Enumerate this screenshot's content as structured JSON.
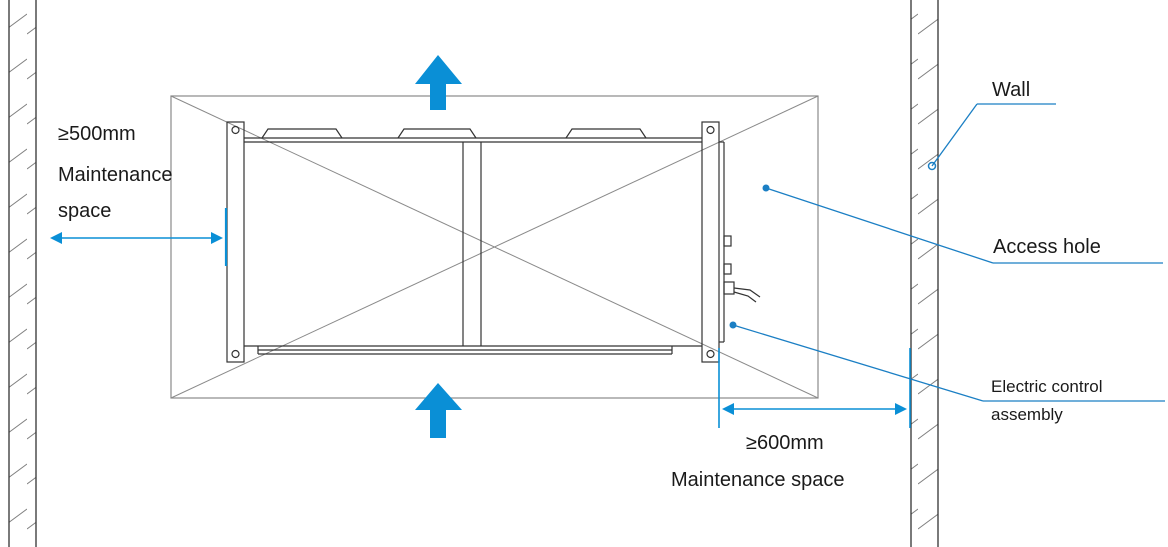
{
  "labels": {
    "wall": "Wall",
    "access_hole": "Access hole",
    "electric_control_line1": "Electric control",
    "electric_control_line2": "assembly",
    "left_distance": "≥500mm",
    "left_space_line1": "Maintenance",
    "left_space_line2": "space",
    "right_distance": "≥600mm",
    "right_space": "Maintenance space"
  },
  "icons": {
    "airflow_top": "arrow-up-icon",
    "airflow_bottom": "arrow-up-icon"
  },
  "colors": {
    "accent": "#0a8fd6",
    "leader": "#1b7fc4",
    "line": "#333333",
    "hatch": "#777777"
  }
}
